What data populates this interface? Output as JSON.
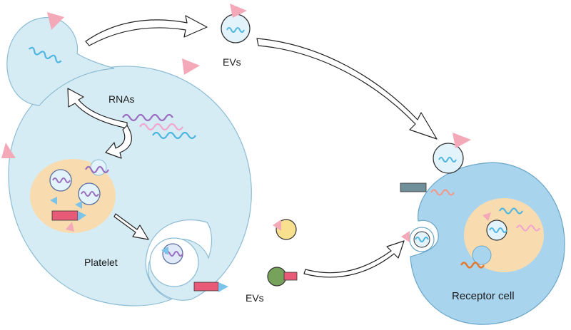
{
  "labels": {
    "evs_top": "EVs",
    "rnas": "RNAs",
    "platelet": "Platelet",
    "evs_bottom": "EVs",
    "receptor_cell": "Receptor cell"
  },
  "colors": {
    "cell_fill": "#d6ecf5",
    "cell_stroke": "#7fb3cf",
    "receptor_fill": "#a9d4ee",
    "nucleus_fill": "#f8dcb0",
    "vesicle_fill": "#e3f3fb",
    "rna_blue": "#4fb6e0",
    "rna_purple": "#9a6fc0",
    "rna_pink": "#f0a6cf",
    "rna_salmon": "#f09a8c",
    "rna_orange": "#e8762a",
    "triangle_pink": "#f4a9b9",
    "triangle_blue": "#7cc3ea",
    "receptor_pink": "#e85a78",
    "receptor_gray": "#6f8f9a",
    "ev_yellow": "#f8e08e",
    "ev_green": "#76a25b"
  }
}
